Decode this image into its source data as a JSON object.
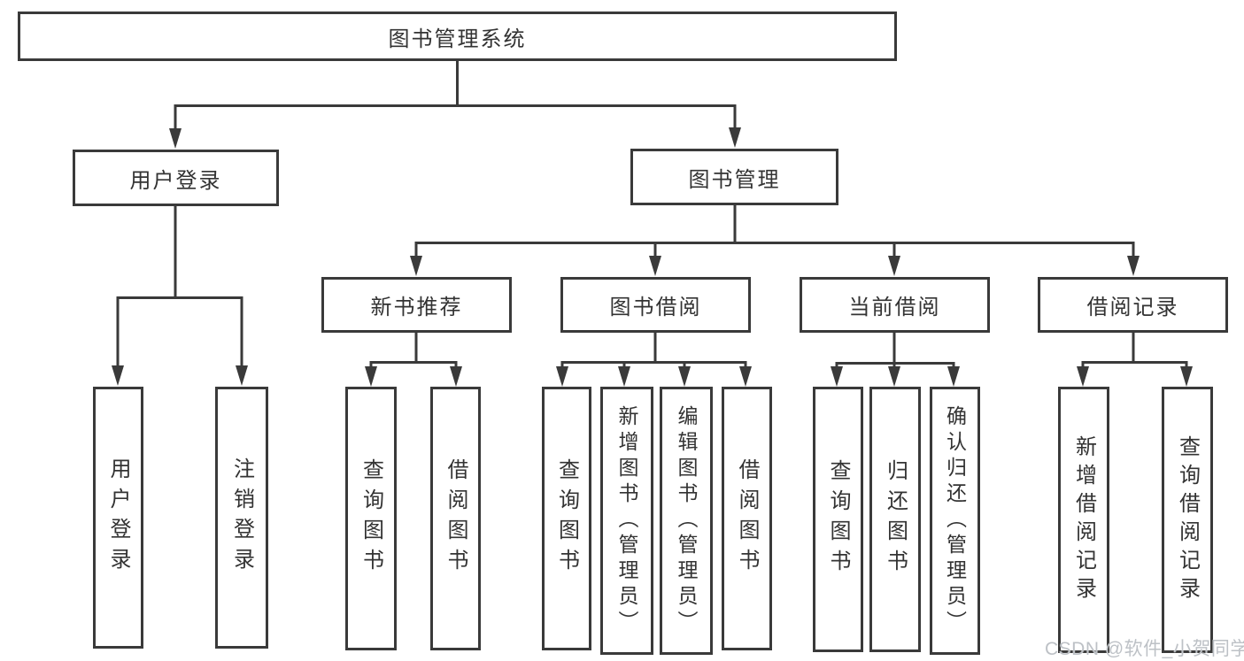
{
  "diagram": {
    "title": "图书管理系统",
    "watermark": "CSDN @软件_小贺同学",
    "colors": {
      "line": "#3a3a3a",
      "box_border": "#3a3a3a",
      "text": "#333333",
      "background": "#ffffff",
      "watermark": "#bdc1c6"
    },
    "nodes": {
      "root": "图书管理系统",
      "level2": [
        "用户登录",
        "图书管理"
      ],
      "level3": [
        "新书推荐",
        "图书借阅",
        "当前借阅",
        "借阅记录"
      ],
      "leaves": {
        "user_login": [
          "用户登录",
          "注销登录"
        ],
        "new_books": [
          "查询图书",
          "借阅图书"
        ],
        "book_borrow": [
          "查询图书",
          "新增图书（管理员）",
          "编辑图书（管理员）",
          "借阅图书"
        ],
        "current_borrow": [
          "查询图书",
          "归还图书",
          "确认归还（管理员）"
        ],
        "borrow_records": [
          "新增借阅记录",
          "查询借阅记录"
        ]
      }
    }
  }
}
